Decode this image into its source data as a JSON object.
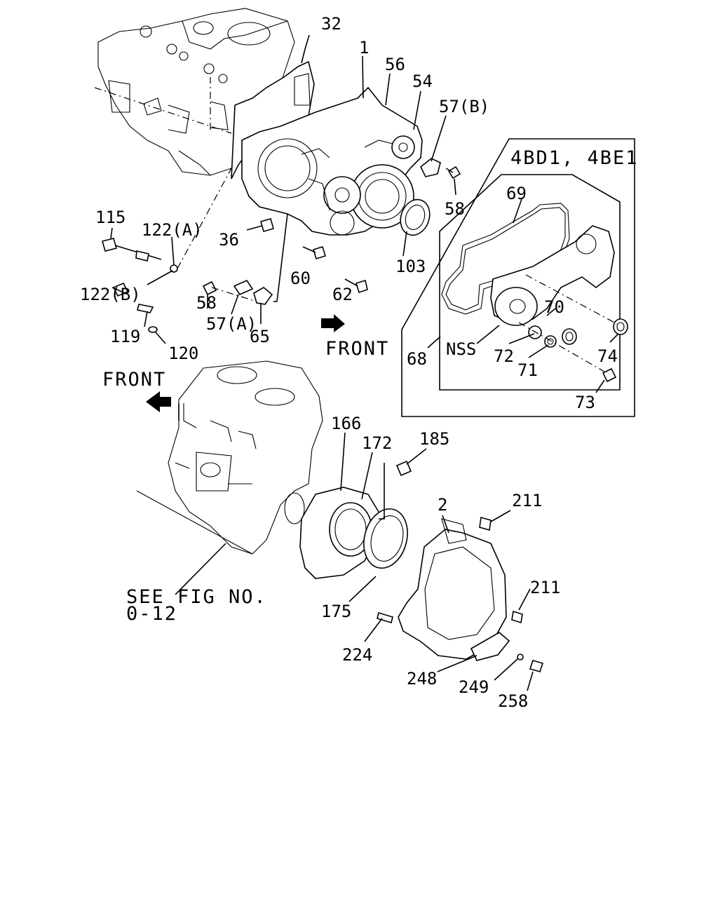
{
  "variant_box": {
    "title": "4BD1, 4BE1"
  },
  "front_labels": [
    "FRONT",
    "FRONT"
  ],
  "see_fig": {
    "line1": "SEE FIG NO.",
    "line2": "0-12"
  },
  "callouts": {
    "c32": "32",
    "c1": "1",
    "c56": "56",
    "c54": "54",
    "c57b": "57(B)",
    "c58a": "58",
    "c103": "103",
    "c115": "115",
    "c122a": "122(A)",
    "c36": "36",
    "c122b": "122(B)",
    "c58b": "58",
    "c60": "60",
    "c62": "62",
    "c119": "119",
    "c57a": "57(A)",
    "c65": "65",
    "c120": "120",
    "c69": "69",
    "c70": "70",
    "c68": "68",
    "cnss": "NSS",
    "c72": "72",
    "c71": "71",
    "c74": "74",
    "c73": "73",
    "c166": "166",
    "c172": "172",
    "c185": "185",
    "c2": "2",
    "c211a": "211",
    "c211b": "211",
    "c175": "175",
    "c224": "224",
    "c248": "248",
    "c249": "249",
    "c258": "258"
  }
}
